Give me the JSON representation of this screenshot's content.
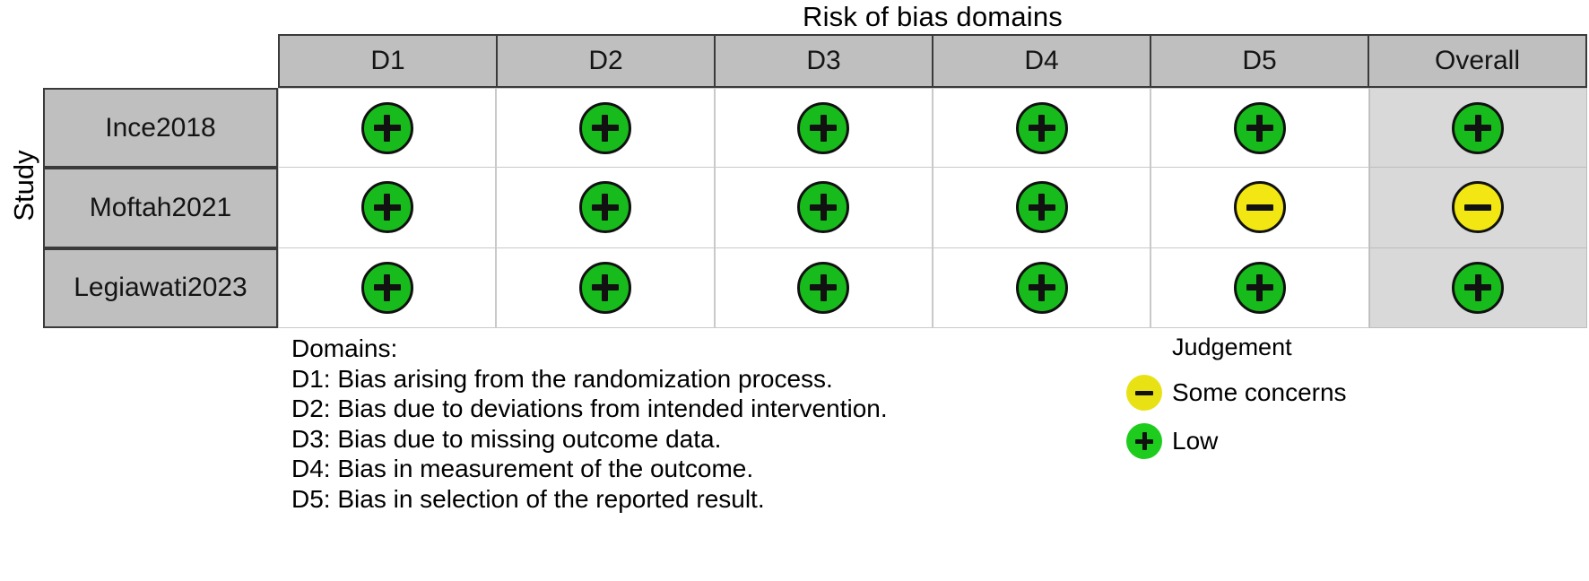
{
  "title": "Risk of bias domains",
  "axis_label": "Study",
  "chart_data": {
    "type": "table",
    "title": "Risk of bias domains",
    "xlabel": "Risk of bias domains",
    "ylabel": "Study",
    "columns": [
      "D1",
      "D2",
      "D3",
      "D4",
      "D5",
      "Overall"
    ],
    "rows": [
      "Ince2018",
      "Moftah2021",
      "Legiawati2023"
    ],
    "cells": [
      [
        "low",
        "low",
        "low",
        "low",
        "low",
        "low"
      ],
      [
        "low",
        "low",
        "low",
        "low",
        "some",
        "some"
      ],
      [
        "low",
        "low",
        "low",
        "low",
        "low",
        "low"
      ]
    ],
    "cell_symbols": [
      [
        "+",
        "+",
        "+",
        "+",
        "+",
        "+"
      ],
      [
        "+",
        "+",
        "+",
        "+",
        "-",
        "-"
      ],
      [
        "+",
        "+",
        "+",
        "+",
        "+",
        "+"
      ]
    ],
    "judgement_colors": {
      "low": "#18bb1c",
      "some": "#f2e713"
    },
    "overall_column_background": "#d9d9d9",
    "header_background": "#bfbfbf",
    "row_label_background": "#bfbfbf"
  },
  "header": {
    "columns": [
      {
        "label": "D1"
      },
      {
        "label": "D2"
      },
      {
        "label": "D3"
      },
      {
        "label": "D4"
      },
      {
        "label": "D5"
      },
      {
        "label": "Overall"
      }
    ]
  },
  "rows": [
    {
      "label": "Ince2018",
      "cells": [
        {
          "judgement": "low",
          "symbol": "+"
        },
        {
          "judgement": "low",
          "symbol": "+"
        },
        {
          "judgement": "low",
          "symbol": "+"
        },
        {
          "judgement": "low",
          "symbol": "+"
        },
        {
          "judgement": "low",
          "symbol": "+"
        },
        {
          "judgement": "low",
          "symbol": "+"
        }
      ]
    },
    {
      "label": "Moftah2021",
      "cells": [
        {
          "judgement": "low",
          "symbol": "+"
        },
        {
          "judgement": "low",
          "symbol": "+"
        },
        {
          "judgement": "low",
          "symbol": "+"
        },
        {
          "judgement": "low",
          "symbol": "+"
        },
        {
          "judgement": "some",
          "symbol": "-"
        },
        {
          "judgement": "some",
          "symbol": "-"
        }
      ]
    },
    {
      "label": "Legiawati2023",
      "cells": [
        {
          "judgement": "low",
          "symbol": "+"
        },
        {
          "judgement": "low",
          "symbol": "+"
        },
        {
          "judgement": "low",
          "symbol": "+"
        },
        {
          "judgement": "low",
          "symbol": "+"
        },
        {
          "judgement": "low",
          "symbol": "+"
        },
        {
          "judgement": "low",
          "symbol": "+"
        }
      ]
    }
  ],
  "domains_legend": {
    "heading": "Domains:",
    "lines": [
      "D1: Bias arising from the randomization process.",
      "D2: Bias due to deviations from intended intervention.",
      "D3: Bias due to missing outcome data.",
      "D4: Bias in measurement of the outcome.",
      "D5: Bias in selection of the reported result."
    ]
  },
  "judgement_legend": {
    "title": "Judgement",
    "items": [
      {
        "label": "Some concerns",
        "judgement": "some",
        "symbol": "-",
        "color": "#e8e215"
      },
      {
        "label": "Low",
        "judgement": "low",
        "symbol": "+",
        "color": "#1ecc1e"
      }
    ]
  }
}
